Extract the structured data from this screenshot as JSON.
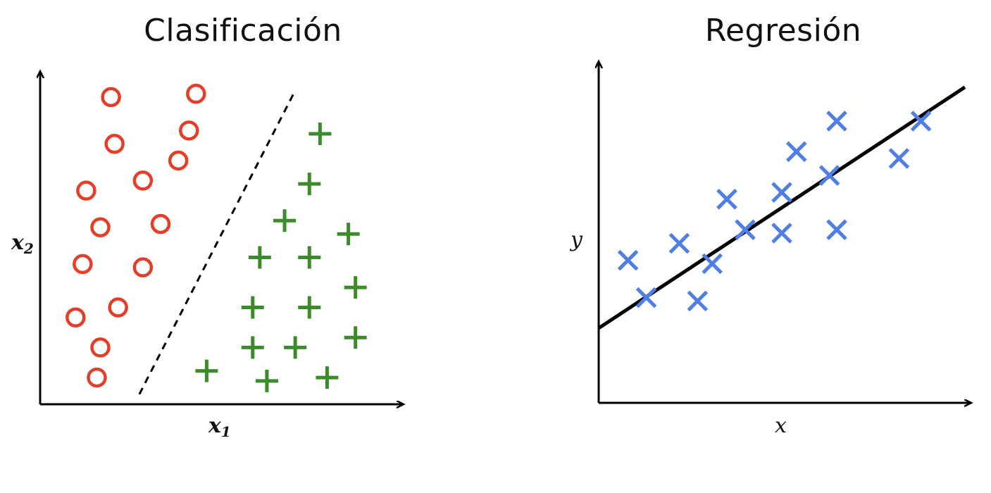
{
  "panels": {
    "classification": {
      "title": "Clasificación",
      "xlabel": "x",
      "xlabel_sub": "1",
      "ylabel": "x",
      "ylabel_sub": "2"
    },
    "regression": {
      "title": "Regresión",
      "xlabel": "x",
      "ylabel": "y"
    }
  },
  "colors": {
    "class_a": "#e53d27",
    "class_b": "#3a8c2a",
    "points": "#4f7ee6",
    "line": "#000000",
    "axis": "#000000"
  },
  "chart_data": [
    {
      "type": "scatter",
      "title": "Clasificación",
      "xlim": [
        0,
        10
      ],
      "ylim": [
        0,
        10
      ],
      "series": [
        {
          "marker": "circle",
          "points": [
            [
              2.0,
              9.2
            ],
            [
              4.4,
              9.3
            ],
            [
              2.1,
              7.8
            ],
            [
              4.2,
              8.2
            ],
            [
              3.9,
              7.3
            ],
            [
              1.3,
              6.4
            ],
            [
              2.9,
              6.7
            ],
            [
              1.7,
              5.3
            ],
            [
              3.4,
              5.4
            ],
            [
              1.2,
              4.2
            ],
            [
              2.9,
              4.1
            ],
            [
              1.0,
              2.6
            ],
            [
              2.2,
              2.9
            ],
            [
              1.7,
              1.7
            ],
            [
              1.6,
              0.8
            ]
          ]
        },
        {
          "marker": "plus",
          "points": [
            [
              7.9,
              8.1
            ],
            [
              7.6,
              6.6
            ],
            [
              6.9,
              5.5
            ],
            [
              8.7,
              5.1
            ],
            [
              6.2,
              4.4
            ],
            [
              7.6,
              4.4
            ],
            [
              8.9,
              3.5
            ],
            [
              6.0,
              2.9
            ],
            [
              7.6,
              2.9
            ],
            [
              8.9,
              2.0
            ],
            [
              6.0,
              1.7
            ],
            [
              7.2,
              1.7
            ],
            [
              4.7,
              1.0
            ],
            [
              6.4,
              0.7
            ],
            [
              8.1,
              0.8
            ]
          ]
        }
      ],
      "boundary": {
        "style": "dashed",
        "from": [
          2.8,
          0.3
        ],
        "to": [
          7.2,
          9.4
        ]
      }
    },
    {
      "type": "scatter",
      "title": "Regresión",
      "xlim": [
        0,
        10
      ],
      "ylim": [
        0,
        10
      ],
      "series": [
        {
          "marker": "x",
          "points": [
            [
              0.8,
              4.2
            ],
            [
              1.3,
              3.1
            ],
            [
              2.2,
              4.7
            ],
            [
              2.7,
              3.0
            ],
            [
              3.1,
              4.1
            ],
            [
              3.5,
              6.0
            ],
            [
              4.0,
              5.1
            ],
            [
              5.0,
              6.2
            ],
            [
              5.0,
              5.0
            ],
            [
              5.4,
              7.4
            ],
            [
              6.3,
              6.7
            ],
            [
              6.5,
              8.3
            ],
            [
              6.5,
              5.1
            ],
            [
              8.2,
              7.2
            ],
            [
              8.8,
              8.3
            ]
          ]
        }
      ],
      "fit_line": {
        "from": [
          0.0,
          2.2
        ],
        "to": [
          10.0,
          9.3
        ]
      }
    }
  ]
}
